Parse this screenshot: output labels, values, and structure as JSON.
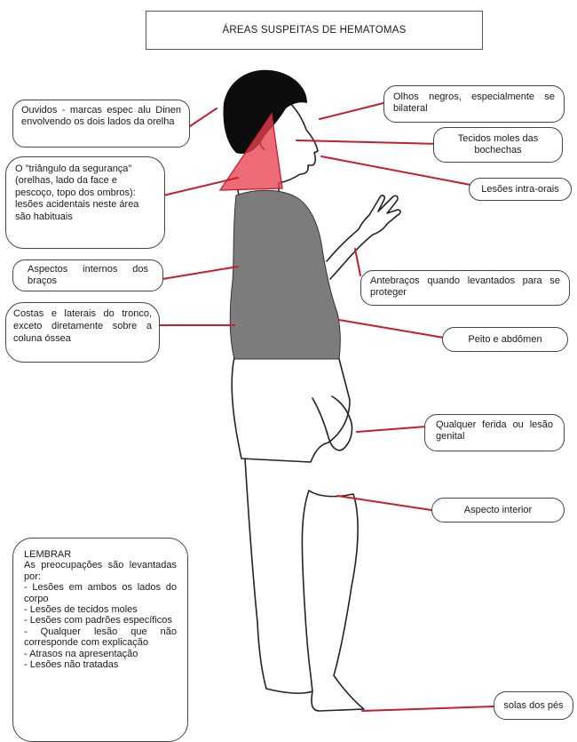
{
  "title": "ÁREAS SUSPEITAS DE HEMATOMAS",
  "colors": {
    "line": "#c81e2a",
    "shirt": "#7c7c7c",
    "triangle": "#e8414f",
    "outline": "#222222"
  },
  "callouts": {
    "ears": "Ouvidos - marcas espec alu Dinen envolvendo os dois lados da orelha",
    "black_eyes": "Olhos negros, especialmente se bilateral",
    "cheeks": "Tecidos moles das bochechas",
    "safety_triangle": "O \"triângulo da segurança\" (orelhas, lado da face e pescoço, topo dos ombros): lesões acidentais neste área são habituais",
    "intra_oral": "Lesões intra-orais",
    "inner_arms": "Aspectos internos dos braços",
    "forearms": "Antebraços quando levantados para se proteger",
    "back_sides": "Costas e laterais do tronco, exceto diretamente sobre a coluna óssea",
    "chest": "Peito e abdômen",
    "genital": "Qualquer ferida ou lesão genital",
    "inner_aspect": "Aspecto interior",
    "soles": "solas dos pés"
  },
  "remember": {
    "heading": "LEMBRAR",
    "intro": "As preocupações são levantadas por:",
    "items": [
      "- Lesões em ambos os lados do corpo",
      "- Lesões de tecidos moles",
      "- Lesões com padrões específicos",
      "- Qualquer lesão que não corresponde com explicação",
      "- Atrasos na apresentação",
      "- Lesões não tratadas"
    ]
  }
}
